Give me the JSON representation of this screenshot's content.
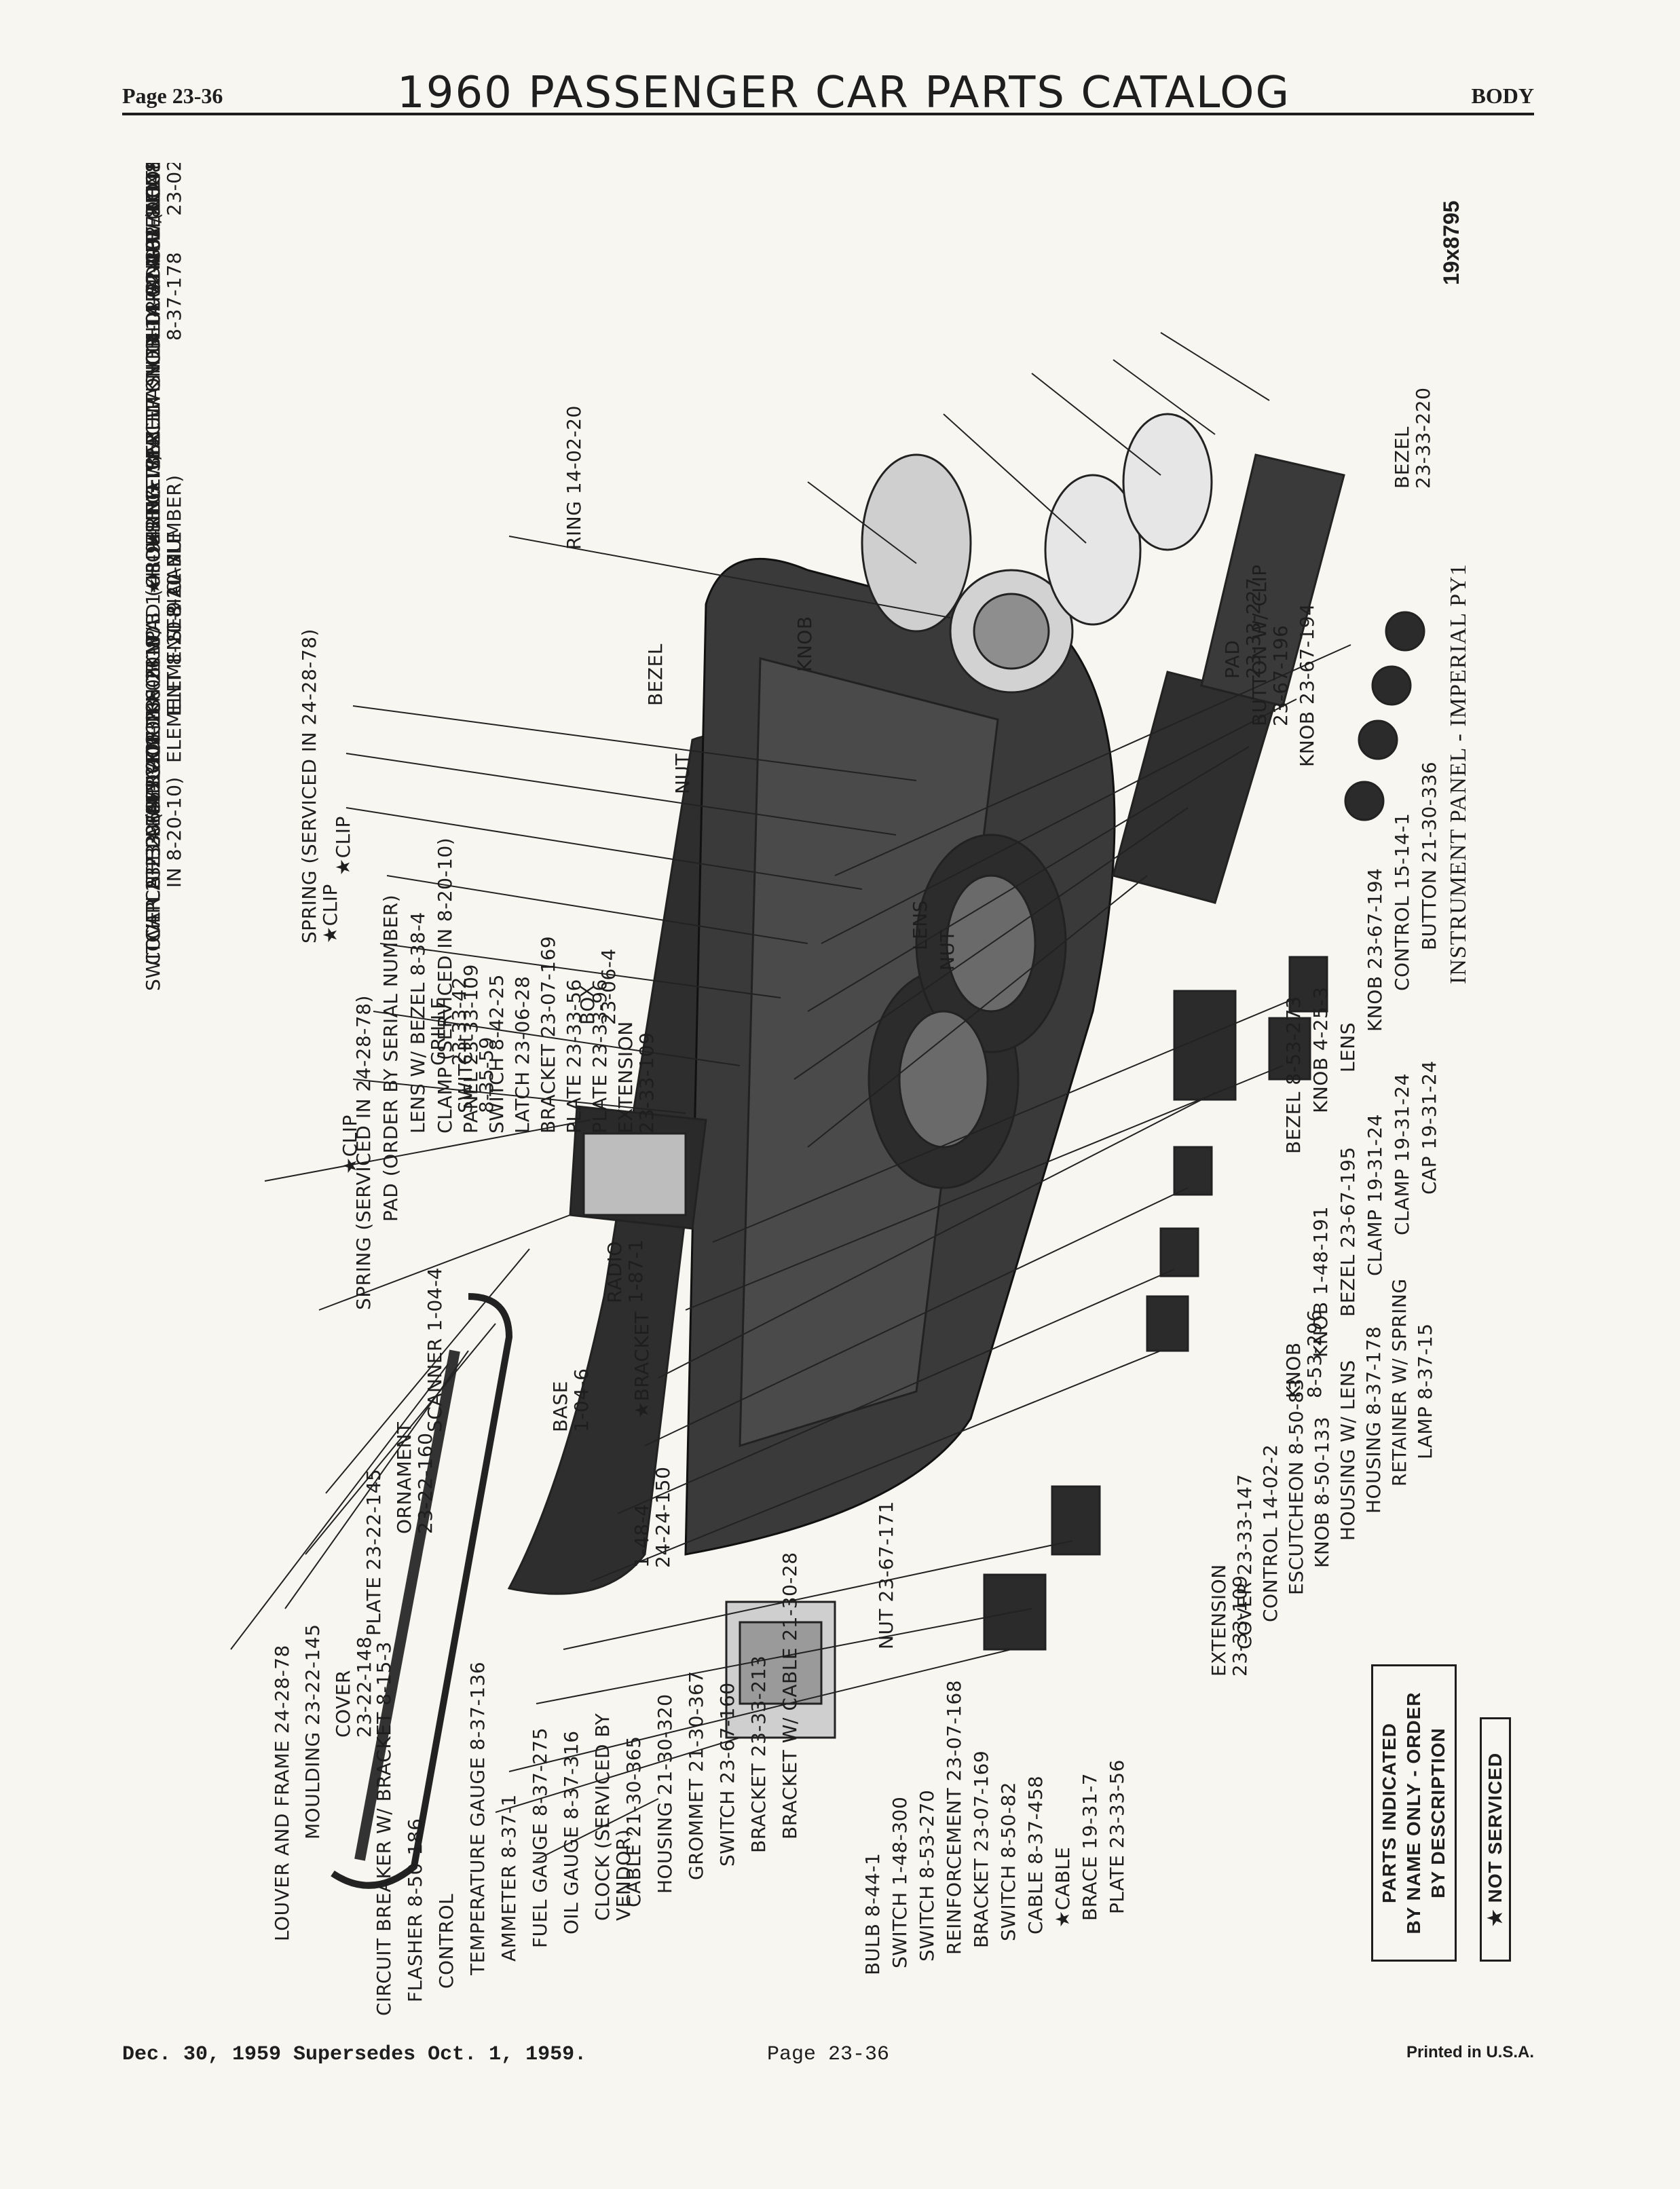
{
  "header": {
    "page": "Page 23-36",
    "title": "1960 PASSENGER CAR PARTS CATALOG",
    "section": "BODY"
  },
  "diagram": {
    "caption": "INSTRUMENT PANEL - IMPERIAL PY1",
    "code": "19x8795",
    "note_box": [
      "PARTS INDICATED",
      "BY NAME ONLY - ORDER",
      "BY DESCRIPTION"
    ],
    "not_serviced": "★ NOT SERVICED",
    "top_labels": [
      [
        "SWITCH"
      ],
      [
        "COVER 23-33-147"
      ],
      [
        "CATCH 23-06-15"
      ],
      [
        "PLATE 23-06-12"
      ],
      [
        "SHELL (SERVICED",
        "IN 8-20-10)"
      ],
      [
        "ARM 23-06-13"
      ],
      [
        "HINGE 23-06-21"
      ],
      [
        "DOOR 23-06-10"
      ],
      [
        "KNOB 8-20-8",
        "ELEMENT 8-20-9"
      ],
      [
        "KNOB W/",
        "ELEMENT 8-20-7"
      ],
      [
        "KNOB 1-48-942"
      ],
      [
        "PAD (ORDER BY",
        "SERIAL NUMBER)"
      ],
      [
        "★HOUSING W/",
        "CABLE"
      ],
      [
        "★RECEIVER"
      ],
      [
        "BUTTON"
      ],
      [
        "★ SPACER"
      ],
      [
        "BEZEL"
      ],
      [
        "BUTTON 14-02-3"
      ],
      [
        "WASHER 14-02-23"
      ],
      [
        "KNOB 14-02-4"
      ],
      [
        "COLLAR 14-02-8"
      ],
      [
        "HOUSING W/ LENS",
        "8-37-178"
      ],
      [
        "ADAPTER 14-02-14"
      ],
      [
        "NUT (NOT SERVICED)"
      ],
      [
        "BEZEL 8-37-90"
      ],
      [
        "DOOR AND HOUSING",
        "23-02-40"
      ],
      [
        "SPEEDOMETER 8-37-372"
      ],
      [
        "PAD (ORDER BY SER. NO.)"
      ],
      [
        "LOCK AND KEY PACKAGE 8-35-115"
      ],
      [
        "RING 8-35-85"
      ],
      [
        "BEZEL 8-40-9"
      ],
      [
        "LENS W/ RETAINER 8-40-13"
      ]
    ],
    "upper_mid_labels": [
      [
        "CLAMP (SERVICED IN 8-20-10)"
      ],
      [
        "PANEL 23-33-109"
      ],
      [
        "SWITCH 8-42-25"
      ],
      [
        "LATCH 23-06-28"
      ],
      [
        "BRACKET 23-07-169"
      ],
      [
        "PLATE 23-33-56"
      ],
      [
        "PLATE 23-33-96"
      ],
      [
        "EXTENSION",
        "23-33-109"
      ]
    ],
    "left_upper_labels": [
      [
        "SPRING (SERVICED IN 24-28-78)"
      ],
      [
        "PAD (ORDER BY SERIAL NUMBER)"
      ],
      [
        "LENS W/ BEZEL 8-38-4"
      ]
    ],
    "mid_labels": {
      "ring": "RING 14-02-20",
      "bezel": "BEZEL",
      "nut": "NUT",
      "knob": "KNOB",
      "lens": "LENS",
      "nut2": "NUT",
      "grille": [
        "GRILLE",
        "23-33-42"
      ],
      "switch": [
        "SWITCH",
        "8-35-59"
      ],
      "box": [
        "BOX",
        "23-06-4"
      ],
      "radio": [
        "RADIO",
        "1-87-1"
      ],
      "bracket": "★BRACKET",
      "base": [
        "BASE",
        "1-04-6"
      ],
      "clip": "★CLIP",
      "clip2": "★CLIP",
      "spring_clip": [
        "SPRING (SERVICED IN 24-28-78)",
        "★CLIP"
      ],
      "pad_right": [
        "PAD",
        "23-33-227"
      ],
      "button_clip": [
        "BUTTON W/ CLIP",
        "23-67-196"
      ],
      "knob_right": "KNOB 23-67-194",
      "bezel_right": [
        "BEZEL",
        "23-33-220"
      ]
    },
    "right_labels": [
      [
        "KNOB",
        "8-53-296"
      ],
      [
        "KNOB 1-48-191"
      ],
      [
        "BEZEL 23-67-195"
      ],
      [
        "CLAMP 19-31-24"
      ],
      [
        "CLAMP 19-31-24"
      ],
      [
        "CAP 19-31-24"
      ],
      [
        "BEZEL 8-53-273"
      ],
      [
        "KNOB 4-25-3"
      ],
      [
        "LENS"
      ],
      [
        "KNOB 23-67-194"
      ],
      [
        "CONTROL 15-14-1"
      ],
      [
        "BUTTON 21-30-336"
      ]
    ],
    "left_labels": [
      [
        "LOUVER AND FRAME 24-28-78"
      ],
      [
        "MOULDING 23-22-145"
      ],
      [
        "COVER",
        "23-22-148"
      ],
      [
        "PLATE 23-22-145"
      ],
      [
        "ORNAMENT",
        "23-22-160"
      ],
      [
        "SCANNER 1-04-4"
      ]
    ],
    "bottom_left_labels": [
      [
        "CIRCUIT BREAKER W/ BRACKET 8-15-3"
      ],
      [
        "FLASHER 8-50-186"
      ],
      [
        "CONTROL"
      ],
      [
        "TEMPERATURE GAUGE 8-37-136"
      ],
      [
        "AMMETER 8-37-1"
      ],
      [
        "FUEL GAUGE 8-37-275"
      ],
      [
        "OIL GAUGE 8-37-316"
      ],
      [
        "CLOCK (SERVICED BY",
        "VENDOR)"
      ],
      [
        "CABLE 21-30-365"
      ],
      [
        "HOUSING 21-30-320"
      ],
      [
        "GROMMET 21-30-367"
      ],
      [
        "SWITCH 23-67-160"
      ],
      [
        "BRACKET 23-33-213"
      ],
      [
        "BRACKET W/ CABLE 21-30-28"
      ]
    ],
    "control_numbers": [
      "1-48-4",
      "24-24-150"
    ],
    "nut_label": "NUT 23-67-171",
    "bottom_mid_labels": [
      [
        "BULB 8-44-1"
      ],
      [
        "SWITCH 1-48-300"
      ],
      [
        "SWITCH 8-53-270"
      ],
      [
        "REINFORCEMENT 23-07-168"
      ],
      [
        "BRACKET 23-07-169"
      ],
      [
        "SWITCH 8-50-82"
      ],
      [
        "CABLE 8-37-458"
      ],
      [
        "★CABLE"
      ],
      [
        "BRACE 19-31-7"
      ],
      [
        "PLATE 23-33-56"
      ]
    ],
    "bottom_right_labels": [
      [
        "EXTENSION",
        "23-33-109"
      ],
      [
        "COVER 23-33-147"
      ],
      [
        "CONTROL 14-02-2"
      ],
      [
        "ESCUTCHEON 8-50-83"
      ],
      [
        "KNOB 8-50-133"
      ],
      [
        "HOUSING W/ LENS"
      ],
      [
        "HOUSING 8-37-178"
      ],
      [
        "RETAINER W/ SPRING"
      ],
      [
        "LAMP 8-37-15"
      ]
    ]
  },
  "footer": {
    "date": "Dec. 30, 1959 Supersedes Oct. 1, 1959.",
    "page": "Page 23-36",
    "printed": "Printed in U.S.A."
  }
}
